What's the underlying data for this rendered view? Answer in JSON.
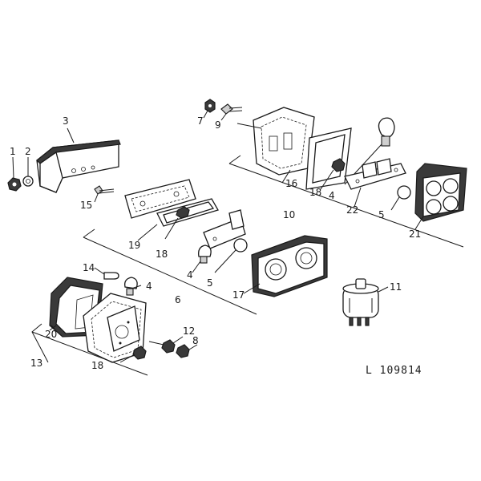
{
  "reference": "L 109814",
  "callouts": [
    "1",
    "2",
    "3",
    "15",
    "7",
    "9",
    "16",
    "18",
    "4",
    "22",
    "5",
    "21",
    "10",
    "19",
    "18",
    "4",
    "5",
    "17",
    "6",
    "14",
    "4",
    "20",
    "12",
    "8",
    "13",
    "18",
    "11"
  ]
}
